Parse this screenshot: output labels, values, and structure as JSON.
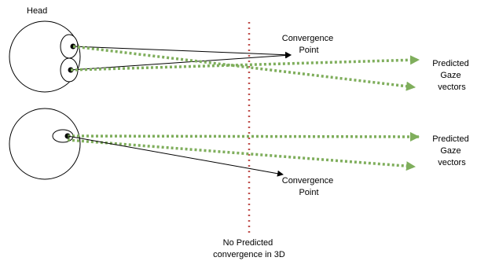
{
  "labels": {
    "head": "Head",
    "convergence_top": [
      "Convergence",
      "Point"
    ],
    "predicted_top": [
      "Predicted",
      "Gaze",
      "vectors"
    ],
    "predicted_bottom": [
      "Predicted",
      "Gaze",
      "vectors"
    ],
    "convergence_bottom": [
      "Convergence",
      "Point"
    ],
    "no_predicted": [
      "No Predicted",
      "convergence in 3D"
    ]
  },
  "colors": {
    "gaze": "#7fae5c",
    "divider": "#c0504d",
    "outline": "#000000"
  }
}
